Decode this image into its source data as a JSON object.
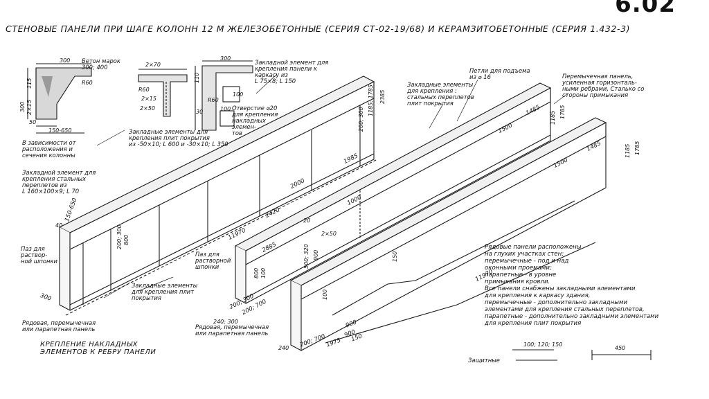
{
  "sheet": {
    "code": "6.02",
    "title": "СТЕНОВЫЕ ПАНЕЛИ ПРИ ШАГЕ КОЛОНН 12 М ЖЕЛЕЗОБЕТОННЫЕ (СЕРИЯ СТ-02-19/68) И КЕРАМЗИТОБЕТОННЫЕ (СЕРИЯ 1.432-3)"
  },
  "labels": {
    "concrete": "Бетон марок\n300; 400",
    "depends": "В зависимости от\nрасположения и\nсечения колонны",
    "embed_roof": "Закладные элементы для\nкрепления плит покрытия\nиз -50×10; L 600 и -30×10; L 350",
    "embed_frame": "Закладной элемент для\nкрепления панели к\nкаркасу из\nL 75×8; L 150",
    "hole": "Отверстие ⌀20\nдля крепления\nнакладных\nэлемен-\nтов",
    "lifting_loops": "Петли для подъема\nиз ⌀ 16",
    "embed_steel": "Закладные элементы\nдля крепления :\nстальных переплетов\nплит покрытия",
    "lintel_panel": "Перемычечная панель,\nусиленная горизонталь-\nными ребрами, Сталько со\nстороны примыкания",
    "embed_windows": "Закладной элемент для\nкрепления стальных\nпереплетов из\nL 160×100×9; L 70",
    "groove_mortar1": "Паз для\nраствор-\nной шпонки",
    "groove_mortar2": "Паз для\nрастворной\nшпонки",
    "embed_bottom": "Закладные элементы\nдля крепления плит\nпокрытия",
    "row_lintel1": "Рядовая, перемычечная\nили парапетная панель",
    "row_lintel2": "Рядовая, перемычечная\nили парапетная панель",
    "fastening": "КРЕПЛЕНИЕ НАКЛАДНЫХ\nЭЛЕМЕНТОВ К РЕБРУ ПАНЕЛИ",
    "protective": "Защитные"
  },
  "notes": "Рядовые панели расположены\nна глухих участках стен;\nперемычечные - под и над\nоконными проемами;\nпарапетные - в уровне\nпримыкания кровли.\nВсе панели снабжены закладными элементами\nдля крепления к каркасу здания,\nперемычечные - дополнительно закладными\nэлементами для крепления стальных переплетов,\nпарапетные - дополнительно закладными элементами\nдля крепления плит покрытия",
  "dims": {
    "d300a": "300",
    "d300b": "300",
    "d300v": "300",
    "d115": "115",
    "d2x15": "2×15",
    "d50": "50",
    "d150_650": "150-650",
    "dR60a": "R60",
    "dR60b": "R60",
    "dR60c": "R60",
    "d2x70": "2×70",
    "d2x15b": "2×15",
    "d2x50": "2×50",
    "d110": "110",
    "d100a": "100",
    "d100b": "100",
    "d30": "30",
    "d1985": "1985",
    "d2000": "2000",
    "d2420": "2420",
    "d1000": "1000",
    "d11970a": "11970",
    "d11970b": "11970",
    "d2885": "2885",
    "d1500a": "1500",
    "d1485a": "1485",
    "d1500b": "1500",
    "d1485b": "1485",
    "d1185a": "1185; 1785",
    "d2385": "2385",
    "d1185b": "1185",
    "d1785b": "1785",
    "d1185c": "1185",
    "d1785c": "1785",
    "d150_650b": "150-650",
    "d40": "40",
    "d200_300": "200; 300",
    "d800": "800",
    "d300c": "300",
    "d200_300b": "200; 300",
    "d800b": "800",
    "d240_300": "240; 300",
    "d200_300c": "200; 300",
    "d200_700": "200; 700",
    "d2x50b": "2×50",
    "d150": "150",
    "d900": "900",
    "d1975": "1975",
    "d900b": "900",
    "d150b": "150",
    "d240": "240",
    "d200_700b": "200; 700",
    "d100": "100",
    "d100_120_150": "100; 120; 150",
    "d450": "450",
    "d20": "20",
    "d500_320": "500; 320",
    "d900c": "900"
  }
}
